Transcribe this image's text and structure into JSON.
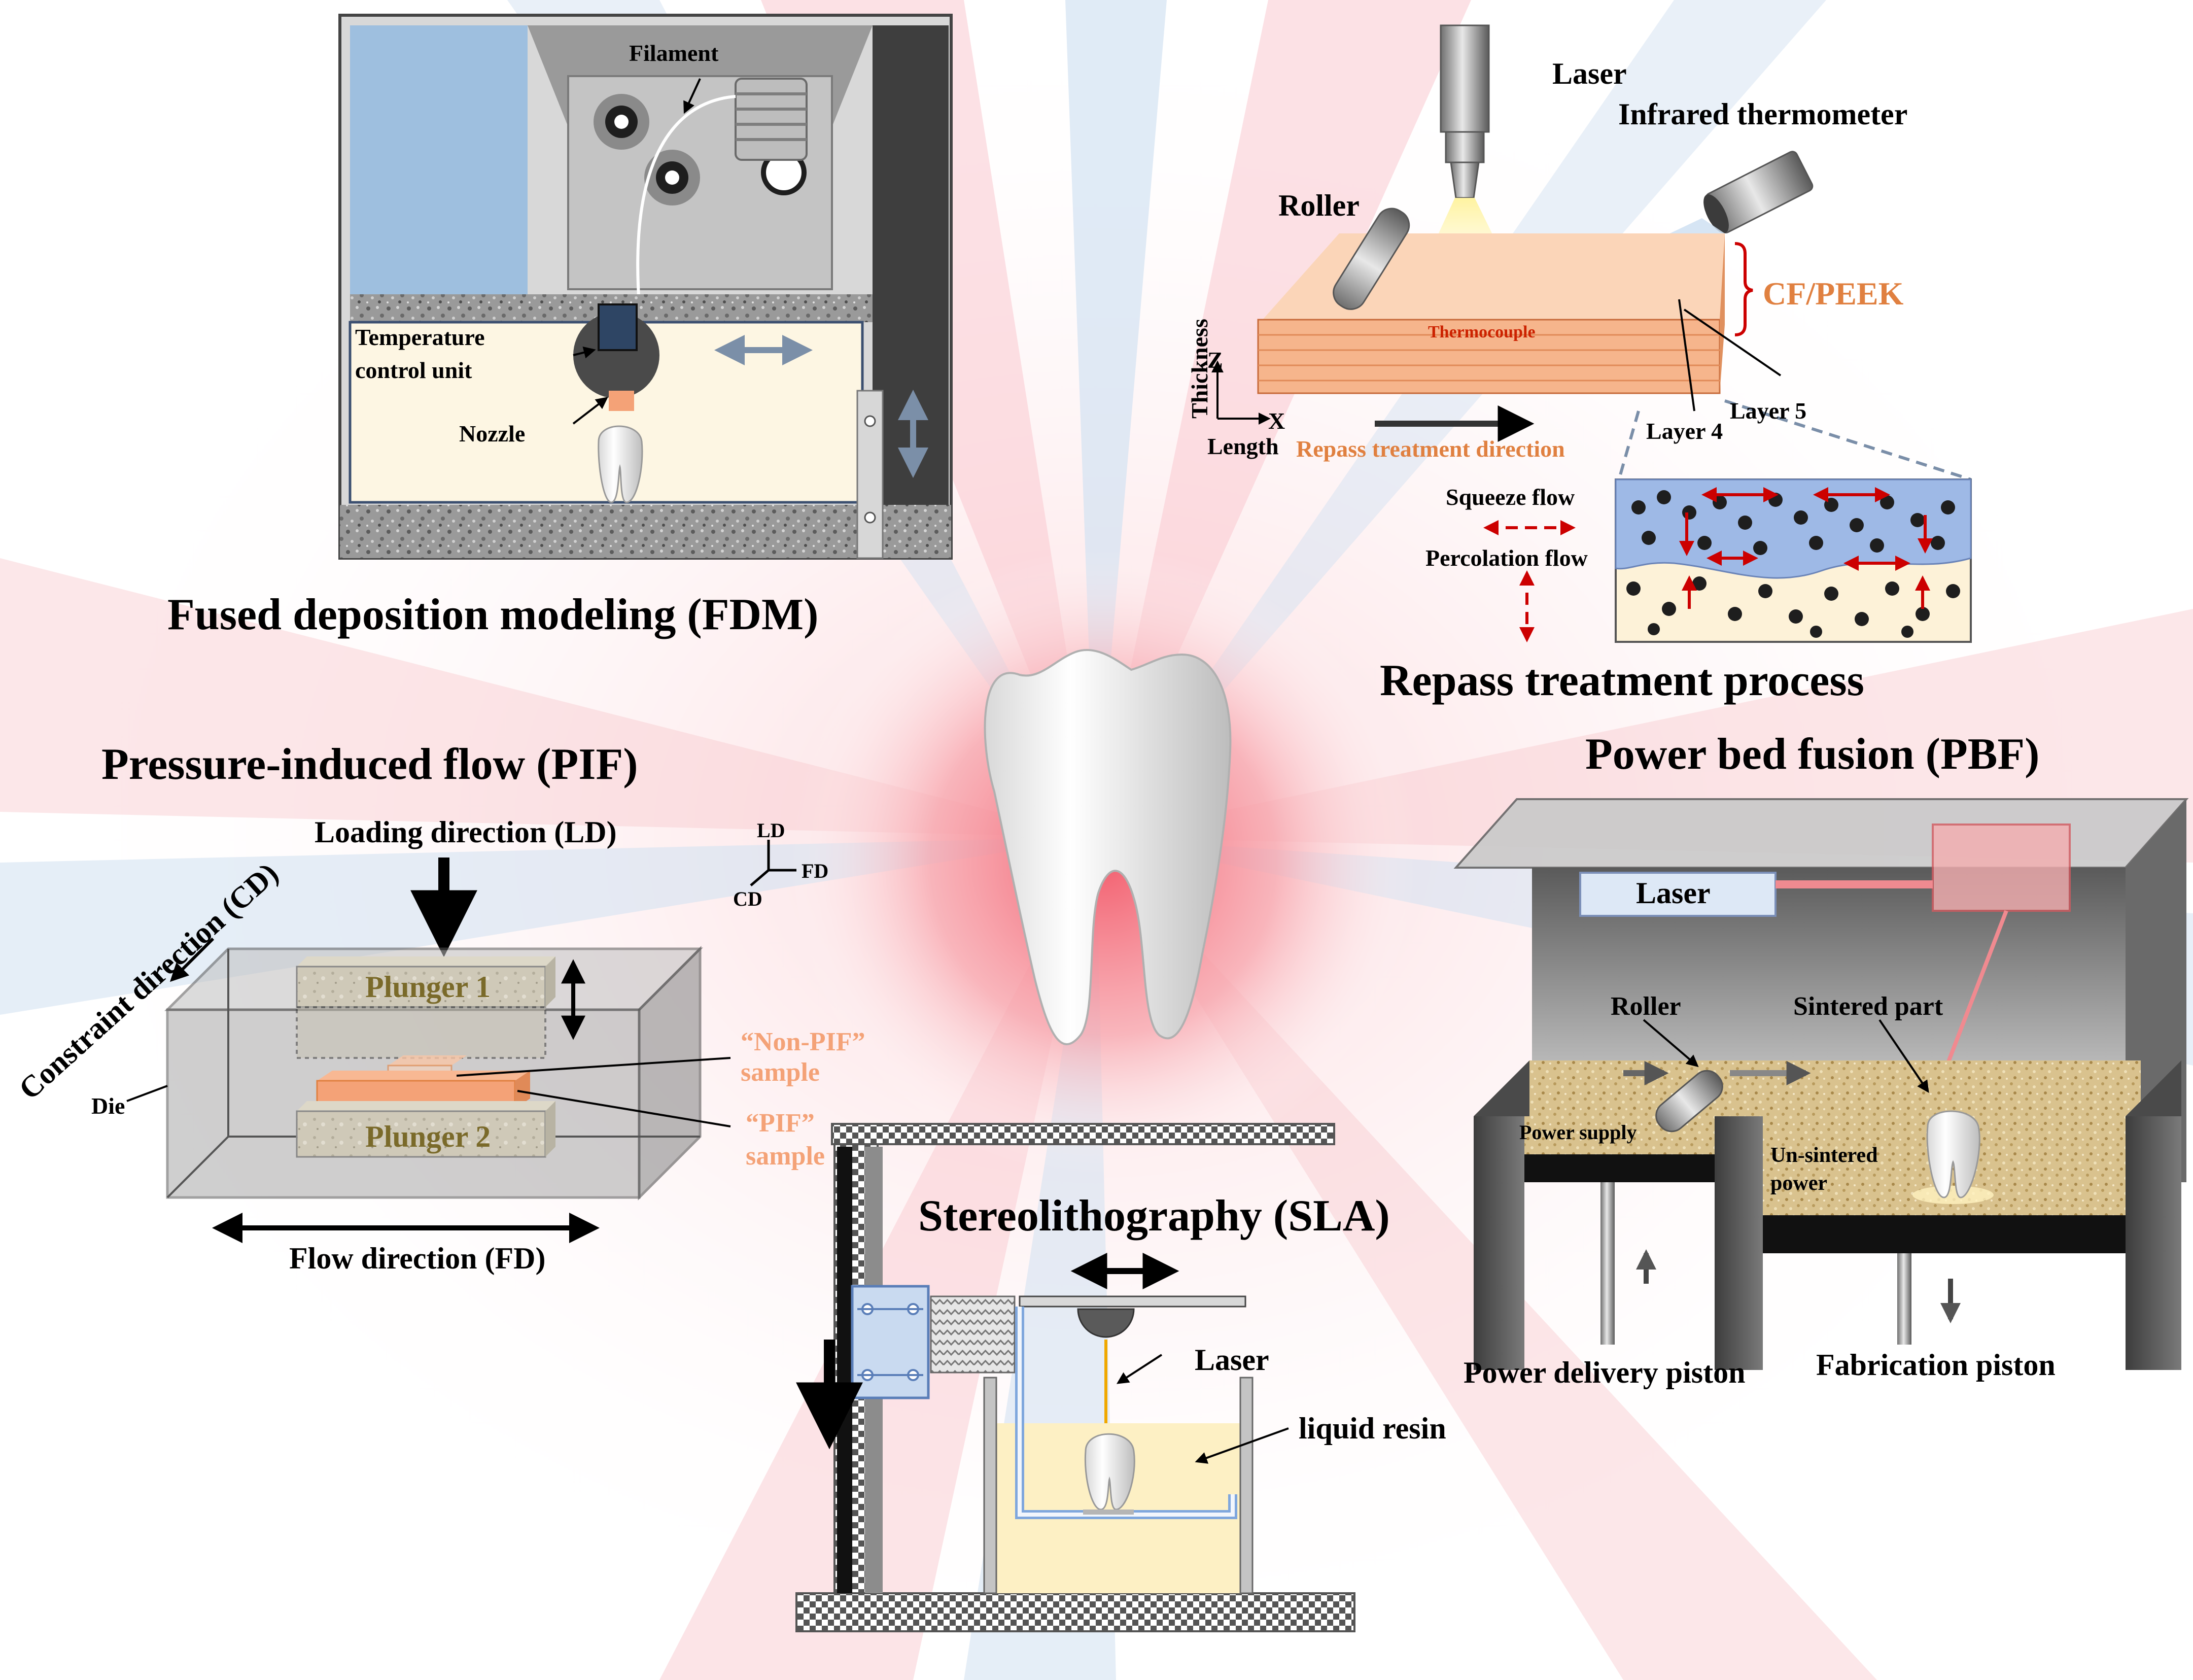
{
  "fdm": {
    "title": "Fused deposition modeling (FDM)",
    "filament": "Filament",
    "temp_unit_1": "Temperature",
    "temp_unit_2": "control unit",
    "nozzle": "Nozzle"
  },
  "repass": {
    "title": "Repass treatment process",
    "laser": "Laser",
    "infrared": "Infrared thermometer",
    "roller": "Roller",
    "material": "CF/PEEK",
    "thermocouple": "Thermocouple",
    "thickness": "Thickness",
    "z": "Z",
    "x": "X",
    "length": "Length",
    "direction": "Repass treatment direction",
    "layer4": "Layer 4",
    "layer5": "Layer 5",
    "squeeze": "Squeeze flow",
    "percolation": "Percolation flow"
  },
  "pif": {
    "title": "Pressure-induced flow (PIF)",
    "loading": "Loading direction (LD)",
    "constraint": "Constraint direction (CD)",
    "die": "Die",
    "plunger1": "Plunger 1",
    "plunger2": "Plunger 2",
    "nonpif_1": "“Non-PIF”",
    "nonpif_2": "sample",
    "pif_1": "“PIF”",
    "pif_2": "sample",
    "flow": "Flow direction (FD)",
    "axis_ld": "LD",
    "axis_fd": "FD",
    "axis_cd": "CD"
  },
  "pbf": {
    "title": "Power bed fusion (PBF)",
    "laser": "Laser",
    "roller": "Roller",
    "sintered": "Sintered part",
    "supply": "Power supply",
    "unsintered_1": "Un-sintered",
    "unsintered_2": "power",
    "delivery": "Power delivery piston",
    "fabrication": "Fabrication piston"
  },
  "sla": {
    "title": "Stereolithography (SLA)",
    "laser": "Laser",
    "resin": "liquid resin"
  },
  "colors": {
    "accent_orange": "#e08040",
    "sample_orange": "#f4a277",
    "arrow_red": "#cc0000",
    "glow_red": "#f07080"
  }
}
